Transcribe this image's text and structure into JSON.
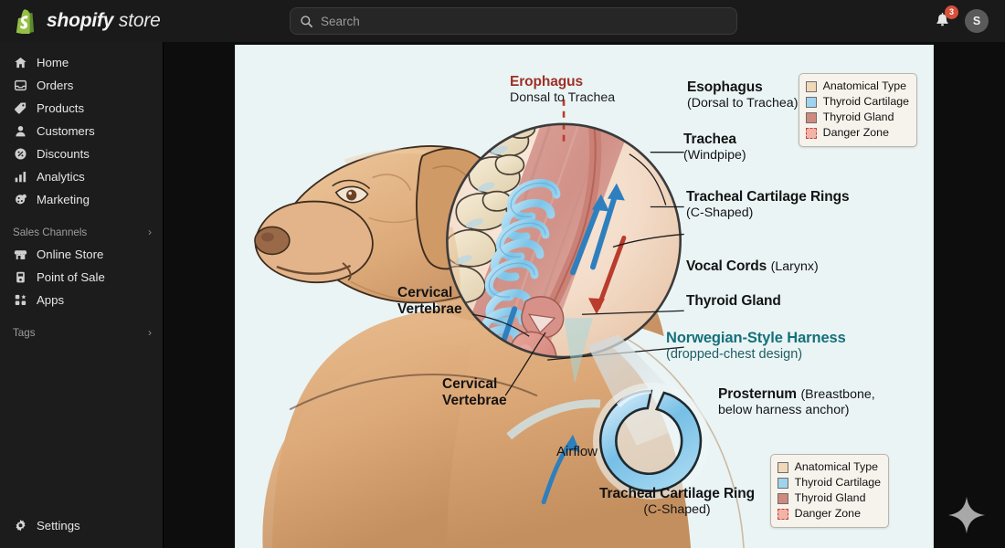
{
  "app": {
    "brand_bold": "shopify",
    "brand_light": "store",
    "logo_icon": "shopify-bag-icon"
  },
  "search": {
    "placeholder": "Search",
    "value": "",
    "icon": "search-icon"
  },
  "topbar": {
    "notifications": {
      "icon": "bell-icon",
      "badge_count": "3"
    },
    "account": {
      "icon": "avatar",
      "initial": "S"
    }
  },
  "sidebar": {
    "primary": [
      {
        "label": "Home",
        "icon": "home-icon"
      },
      {
        "label": "Orders",
        "icon": "orders-inbox-icon"
      },
      {
        "label": "Products",
        "icon": "tag-icon"
      },
      {
        "label": "Customers",
        "icon": "person-icon"
      },
      {
        "label": "Discounts",
        "icon": "discount-percent-icon"
      },
      {
        "label": "Analytics",
        "icon": "bar-chart-icon"
      },
      {
        "label": "Marketing",
        "icon": "megaphone-icon"
      }
    ],
    "sections": [
      {
        "label": "Sales Channels",
        "icon": "chevron-right-icon",
        "items": [
          {
            "label": "Online Store",
            "icon": "storefront-icon"
          },
          {
            "label": "Point of Sale",
            "icon": "pos-terminal-icon"
          },
          {
            "label": "Apps",
            "icon": "apps-grid-icon"
          }
        ]
      },
      {
        "label": "Tags",
        "icon": "chevron-right-icon",
        "items": []
      }
    ],
    "bottom": [
      {
        "label": "Settings",
        "icon": "gear-icon"
      }
    ]
  },
  "main": {
    "fab": {
      "icon": "sparkle-icon"
    }
  },
  "figure": {
    "title_hidden": "",
    "legend": {
      "items": [
        {
          "label": "Anatomical Type",
          "color": "#f0d8b8",
          "style": "solid"
        },
        {
          "label": "Thyroid Cartilage",
          "color": "#9fd4ee",
          "style": "solid"
        },
        {
          "label": "Thyroid Gland",
          "color": "#d0897f",
          "style": "solid"
        },
        {
          "label": "Danger Zone",
          "color": "#f2b3a8",
          "style": "dashed"
        }
      ]
    },
    "labels": {
      "esophagus_red_title": "Erophagus",
      "esophagus_red_sub": "Donsal to Trachea",
      "esophagus_title": "Esophagus",
      "esophagus_sub": "(Dorsal to Trachea)",
      "trachea_title": "Trachea",
      "trachea_sub": "(Windpipe)",
      "rings_title": "Tracheal Cartilage Rings",
      "rings_sub": "(C-Shaped)",
      "vocal_title": "Vocal Cords",
      "vocal_sub": "(Larynx)",
      "thyroid_title": "Thyroid Gland",
      "cervical_1_line1": "Cervical",
      "cervical_1_line2": "Vertebrae",
      "cervical_2_line1": "Cervical",
      "cervical_2_line2": "Vertebrae",
      "harness_title": "Norwegian-Style Harness",
      "harness_sub": "(dropped-chest design)",
      "prosternum_title": "Prosternum",
      "prosternum_sub_line1": "(Breastbone,",
      "prosternum_sub_line2": "below harness anchor)",
      "airflow": "Airflow",
      "ring_title": "Tracheal Cartilage Ring",
      "ring_sub": "(C-Shaped)"
    },
    "colors": {
      "background": "#eaf4f5",
      "dog_fur": "#dfa97a",
      "cartilage": "#9fd4ee",
      "muscle": "#d89a92",
      "bone": "#ece0c6",
      "danger": "#c4453a",
      "accent_teal": "#15707a",
      "airflow_arrow": "#2e7fbe"
    }
  }
}
